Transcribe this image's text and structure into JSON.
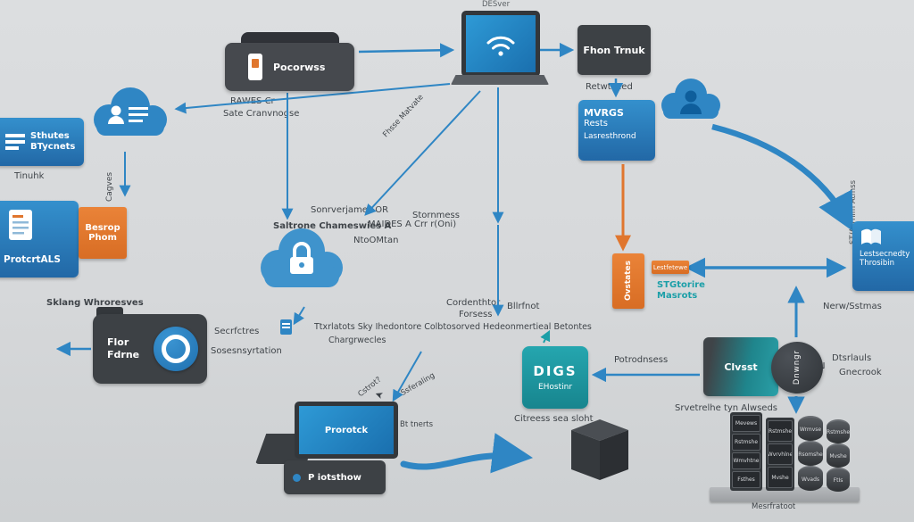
{
  "palette": {
    "background": "#d6d8da",
    "blue": "#2f86c4",
    "dark": "#3b4046",
    "orange": "#e0762e",
    "teal": "#1b9fa8"
  },
  "nodes": {
    "desver": "DESver",
    "phone_trunk": "Fhon Trnuk",
    "phone_trunk_sub": "Retwtoced",
    "printer": "Pocorwss",
    "printer_sub1": "RAWES Cr",
    "printer_sub2": "Sate Cranvnogse",
    "folder1": "Sthutes",
    "folder2": "BTycnets",
    "folder_sub": "Tinuhk",
    "protocols": "ProtcrtALS",
    "besrop1": "Besrop",
    "besrop2": "Phom",
    "cagves": "Cagves",
    "left_note": "Sklang Whroresves",
    "srv_or": "Sonrverjames OR",
    "saltrone": "Saltrone Chameswies A",
    "maides": "MAIDES A Crr r(Oni)",
    "ntoomtan": "NtoOMtan",
    "stornmess": "Stornmess",
    "fhsse": "Fhsse Matvate",
    "mvrgs1": "MVRGS",
    "mvrgs2": "Rests",
    "mvrgs3": "Lasresthrond",
    "sta_vertical": "ST/A Thim Atmss",
    "lest1": "Lestsecnedty",
    "lest2": "Throsibin",
    "nerw": "Nerw/Sstmas",
    "ovstates": "Ovstates",
    "lestfetewe": "Lestfetewe",
    "stgtorire": "STGtorire Masrots",
    "cordenthtor1": "Cordenthtor",
    "cordenthtor2": "Forsess",
    "bllrfnot": "Bllrfnot",
    "longtext1": "Ttxrlatots Sky Ihedontore Colbtosorved Hedeonmertieal Betontes",
    "longtext2": "Chargrwecles",
    "flor1": "Flor",
    "flor2": "Fdrne",
    "secr1": "Secrfctres",
    "secr2": "Sosesnsyrtation",
    "cstrot": "Cstrot?",
    "ssferaling": "Ssferaling",
    "prorotck": "Prorotck",
    "bt_tnerts": "Bt tnerts",
    "piotsthow": "P iotsthow",
    "digs": "DIGS",
    "ehostinr": "EHostinr",
    "citreess": "Citreess sea sloht",
    "potrodnsess": "Potrodnsess",
    "clvsst": "Clvsst",
    "srvetrelhe": "Srvetrelhe tyn Alwseds",
    "dnwngr": "Dnwngr",
    "dtsrlauls1": "Dtsrlauls",
    "dtsrlauls2": "Gnecrook"
  },
  "servers": {
    "rack1": [
      "Mevews",
      "Rstmshe",
      "Wmvhtne",
      "Fsthes"
    ],
    "rack2": [
      "Rstmshe",
      "Wvrvhlne",
      "Mvshe"
    ],
    "cyl1": [
      "Wrmvse",
      "Rsomshe",
      "Wvads"
    ],
    "cyl2": [
      "Rstmshe",
      "Mvshe",
      "FtIs"
    ],
    "caption": "Mesrfratoot"
  }
}
